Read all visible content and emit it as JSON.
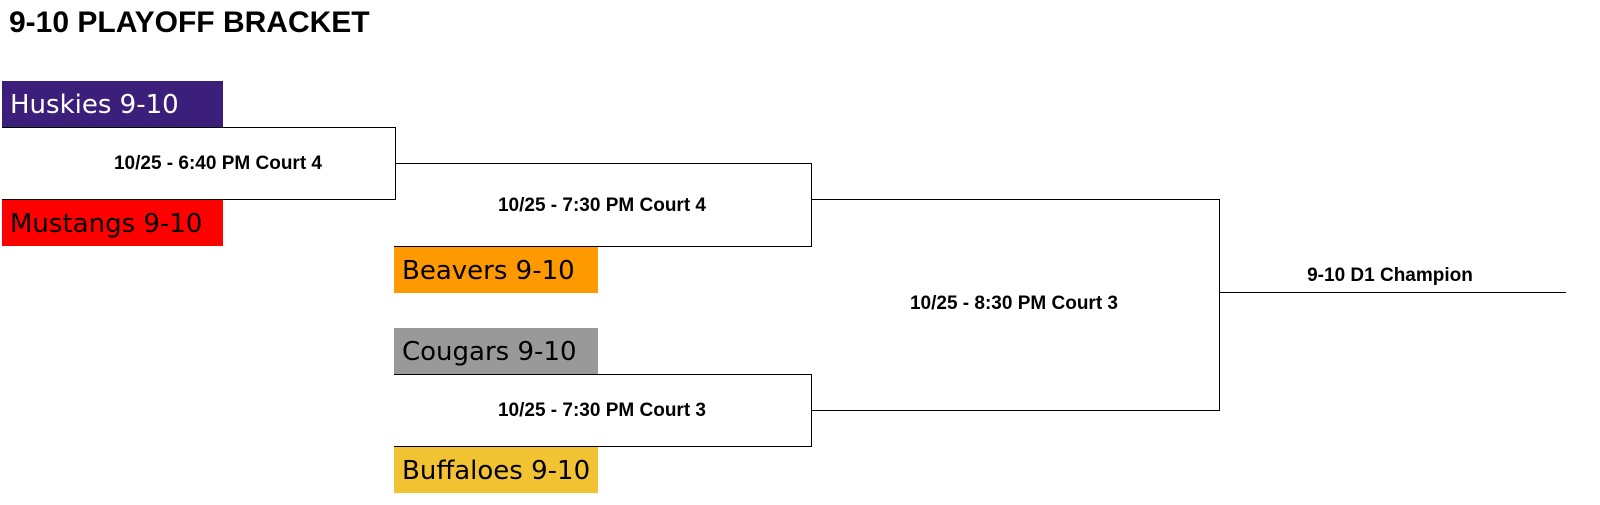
{
  "title": "9-10 PLAYOFF BRACKET",
  "teams": {
    "huskies": {
      "label": "Huskies 9-10",
      "color": "#3b1f7a",
      "text_color": "#ffffff"
    },
    "mustangs": {
      "label": "Mustangs 9-10",
      "color": "#ff0000",
      "text_color": "#000000"
    },
    "beavers": {
      "label": "Beavers 9-10",
      "color": "#ff9900",
      "text_color": "#000000"
    },
    "cougars": {
      "label": "Cougars 9-10",
      "color": "#999999",
      "text_color": "#000000"
    },
    "buffaloes": {
      "label": "Buffaloes 9-10",
      "color": "#f1c232",
      "text_color": "#000000"
    }
  },
  "games": {
    "round1": "10/25 - 6:40 PM Court 4",
    "semi_top": "10/25 - 7:30 PM Court 4",
    "semi_bot": "10/25 - 7:30 PM Court 3",
    "final": "10/25 - 8:30 PM Court 3"
  },
  "champion": "9-10 D1 Champion"
}
